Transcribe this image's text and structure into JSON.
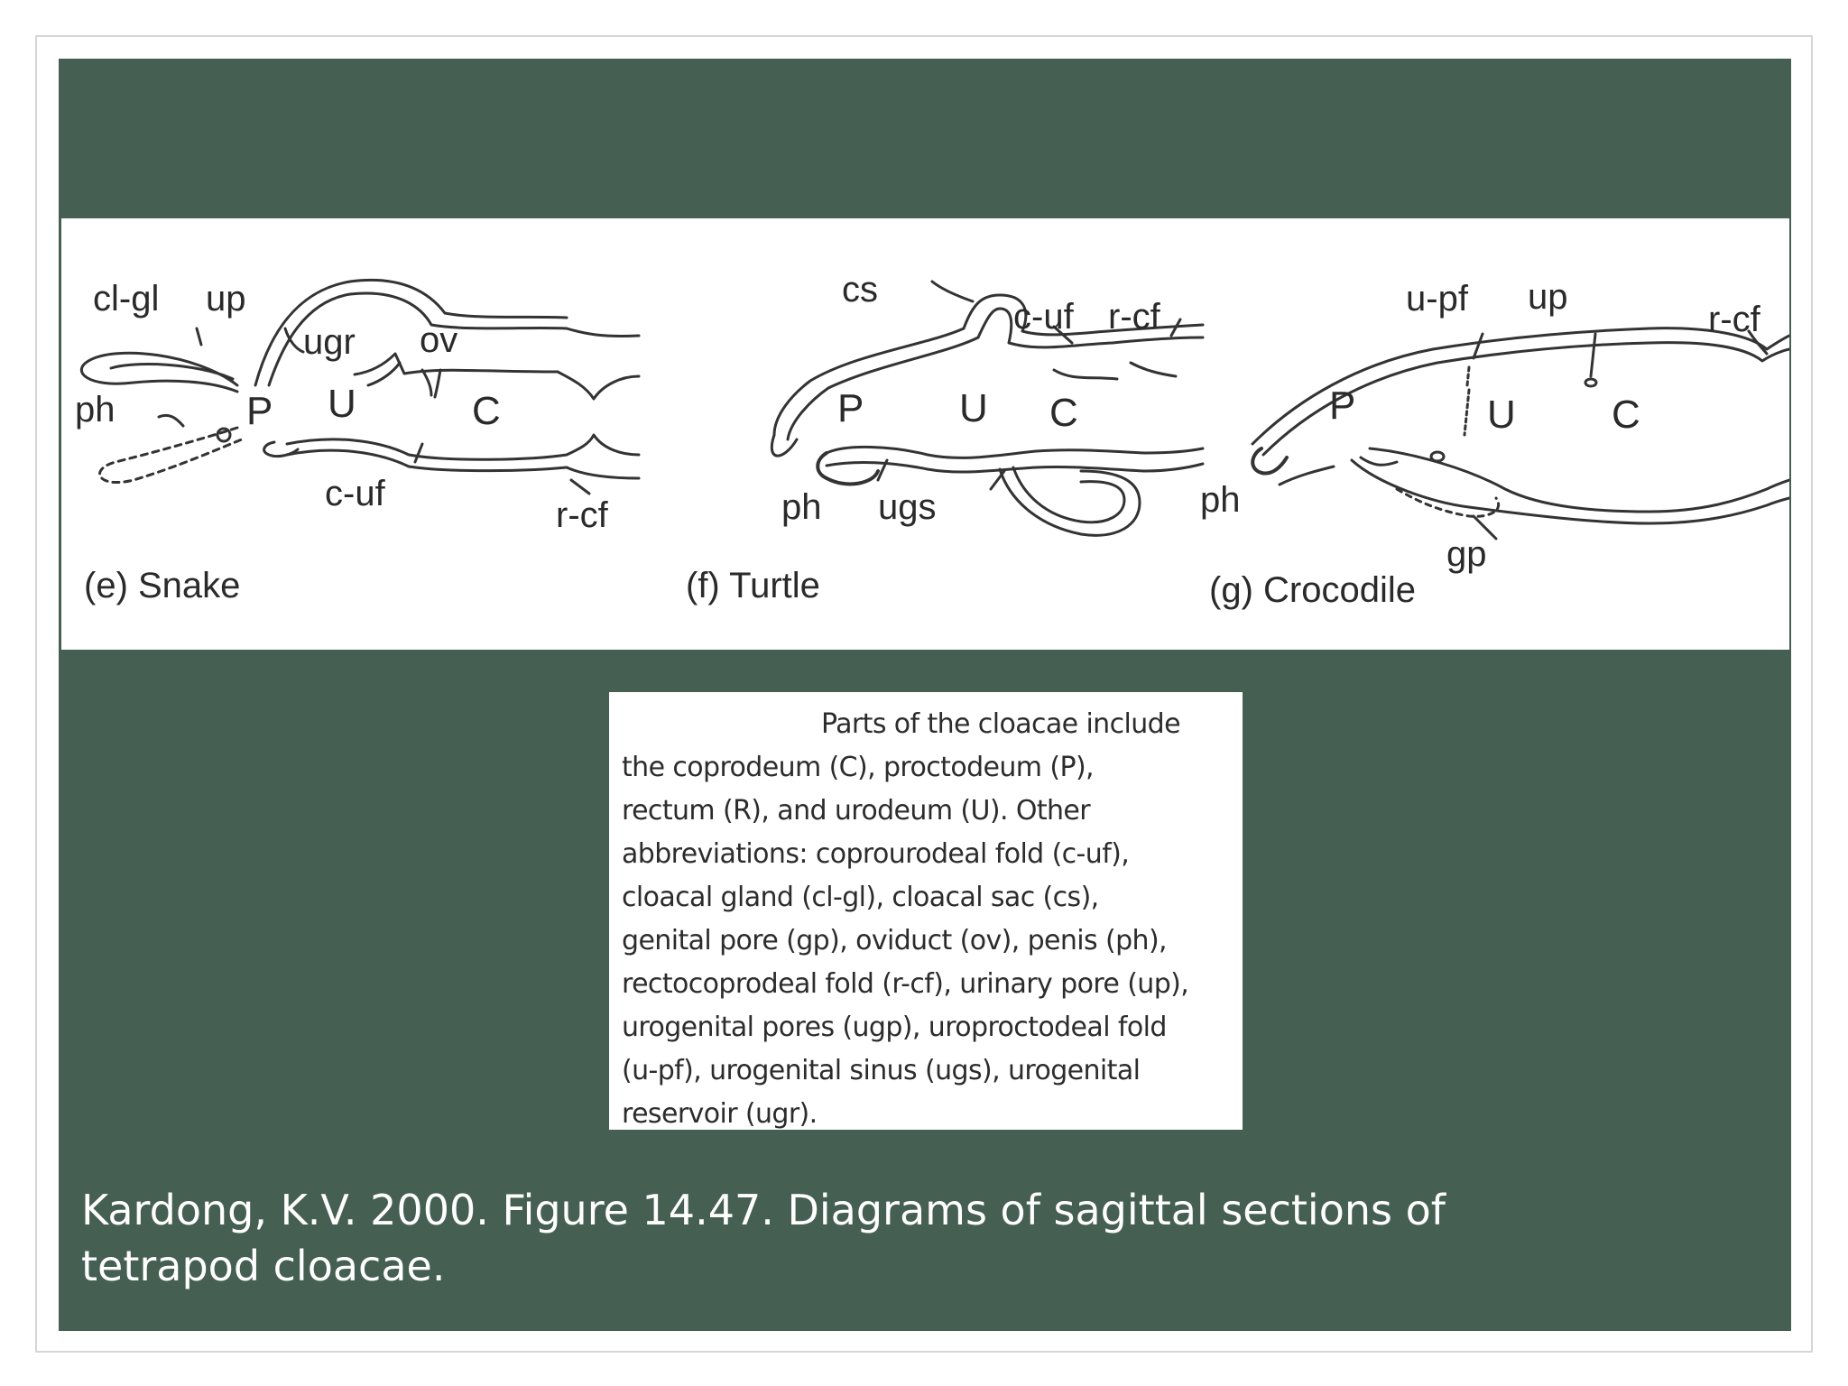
{
  "figure": {
    "panels": [
      {
        "caption": "(e) Snake",
        "labels": {
          "cl_gl": "cl-gl",
          "up": "up",
          "ugr": "ugr",
          "ov": "ov",
          "ph": "ph",
          "P": "P",
          "U": "U",
          "C": "C",
          "c_uf": "c-uf",
          "r_cf": "r-cf"
        }
      },
      {
        "caption": "(f) Turtle",
        "labels": {
          "cs": "cs",
          "c_uf": "c-uf",
          "r_cf": "r-cf",
          "P": "P",
          "U": "U",
          "C": "C",
          "ph": "ph",
          "ugs": "ugs"
        }
      },
      {
        "caption": "(g) Crocodile",
        "labels": {
          "u_pf": "u-pf",
          "up": "up",
          "r_cf": "r-cf",
          "P": "P",
          "U": "U",
          "C": "C",
          "ph": "ph",
          "gp": "gp"
        }
      }
    ]
  },
  "legend": {
    "lines": [
      "Parts of the cloacae include",
      "the coprodeum (C), proctodeum (P),",
      "rectum (R), and urodeum (U). Other",
      "abbreviations: coprourodeal fold (c-uf),",
      "cloacal gland (cl-gl), cloacal sac (cs),",
      "genital pore (gp), oviduct (ov), penis (ph),",
      "rectocoprodeal fold (r-cf), urinary pore (up),",
      "urogenital pores (ugp), uroproctodeal fold",
      "(u-pf), urogenital sinus (ugs), urogenital",
      "reservoir (ugr)."
    ]
  },
  "credit": {
    "line1": "Kardong, K.V. 2000. Figure 14.47. Diagrams of sagittal sections of",
    "line2": "tetrapod cloacae."
  },
  "colors": {
    "slide_background": "#455f52",
    "figure_background": "#ffffff",
    "ink": "#2a2a2a",
    "credit_text": "#ffffff"
  }
}
